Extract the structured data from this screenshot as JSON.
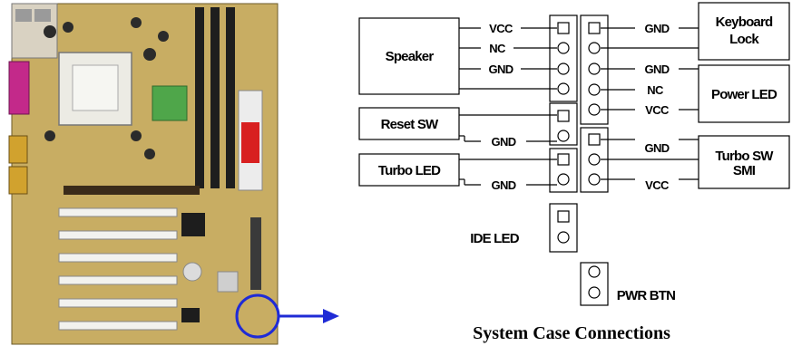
{
  "caption": "System Case Connections",
  "devices": {
    "speaker": "Speaker",
    "reset_sw": "Reset SW",
    "turbo_led": "Turbo LED",
    "keyboard_lock_line1": "Keyboard",
    "keyboard_lock_line2": "Lock",
    "power_led": "Power LED",
    "turbo_sw_line1": "Turbo SW",
    "turbo_sw_line2": "SMI",
    "ide_led": "IDE LED",
    "pwr_btn": "PWR BTN"
  },
  "pins": {
    "speaker_vcc": "VCC",
    "speaker_nc": "NC",
    "speaker_gnd": "GND",
    "reset_gnd": "GND",
    "turbo_led_gnd": "GND",
    "kbd_gnd": "GND",
    "power_gnd": "GND",
    "power_nc": "NC",
    "power_vcc": "VCC",
    "turbo_sw_gnd": "GND",
    "turbo_sw_vcc": "VCC"
  },
  "colors": {
    "pointer": "#1f2bd6",
    "board": "#b89a4a"
  }
}
